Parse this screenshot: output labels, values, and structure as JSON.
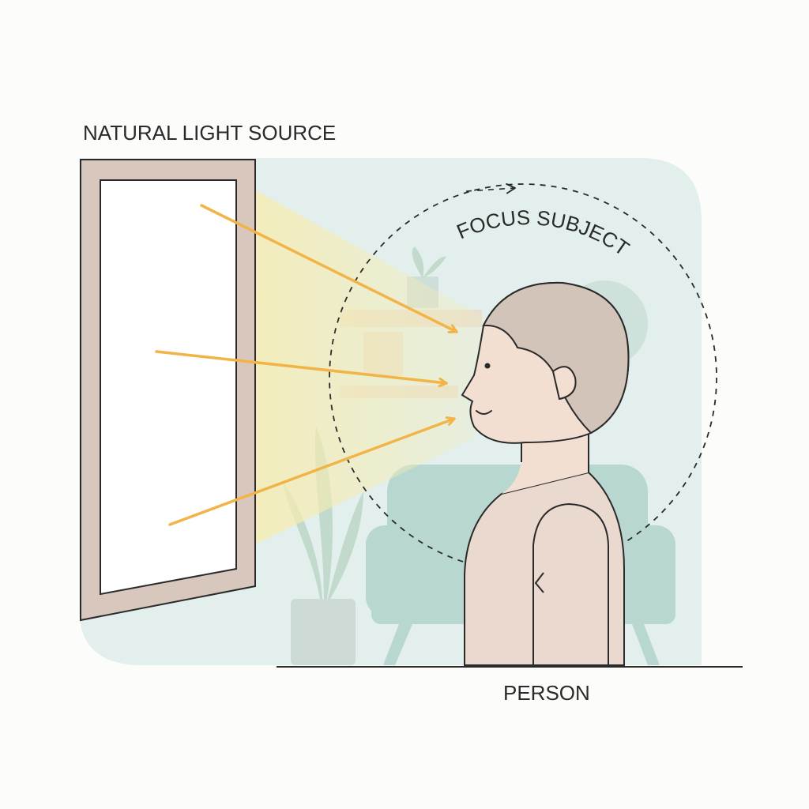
{
  "labels": {
    "light_source": "NATURAL LIGHT SOURCE",
    "focus_subject": "FOCUS SUBJECT",
    "person": "PERSON"
  },
  "colors": {
    "page_background": "#fcfcfb",
    "room_background": "#e2efec",
    "window_frame": "#d8c7bd",
    "window_glass": "#ffffff",
    "light_beam": "#f6e9a6",
    "arrows": "#f2b347",
    "outline": "#2a2a2a",
    "furniture": "#a9cfc7",
    "plant": "#b6d3c2",
    "person_skin": "#f2dfd2",
    "person_hair": "#d3c4b9",
    "person_shirt": "#ead9ce"
  },
  "icons": {
    "window": "window-icon",
    "arrows": "arrow-right-icon",
    "person": "person-icon"
  }
}
